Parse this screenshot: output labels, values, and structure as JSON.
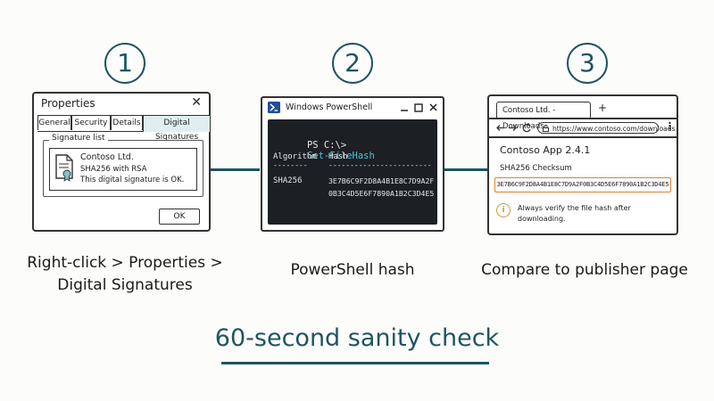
{
  "steps": [
    {
      "number": "1",
      "caption_line1": "Right-click > Properties >",
      "caption_line2": "Digital Signatures"
    },
    {
      "number": "2",
      "caption_line1": "PowerShell hash"
    },
    {
      "number": "3",
      "caption_line1": "Compare to publisher page"
    }
  ],
  "properties": {
    "title": "Properties",
    "close": "✕",
    "tabs": [
      "General",
      "Security",
      "Details",
      "Digital Signatures"
    ],
    "active_tab": "Digital Signatures",
    "group_label": "Signature list",
    "signer": "Contoso Ltd.",
    "algorithm": "SHA256 with RSA",
    "status": "This digital signature is OK.",
    "ok": "OK"
  },
  "powershell": {
    "title": "Windows PowerShell",
    "prompt": "PS C:\\>",
    "command": "Get-FileHash",
    "col_algorithm": "Algorithm",
    "col_hash": "Hash",
    "sep_algorithm": "--------",
    "sep_hash": "------------------------",
    "row_algorithm": "SHA256",
    "row_hash_1": "3E7B6C9F2D8A4B1E8C7D9A2F",
    "row_hash_2": "0B3C4D5E6F7890A1B2C3D4E5",
    "accent": "#4fc3d9"
  },
  "browser": {
    "tab_title": "Contoso Ltd. - Downloads",
    "new_tab": "+",
    "url": "https://www.contoso.com/downloads",
    "product": "Contoso App 2.4.1",
    "checksum_label": "SHA256 Checksum",
    "checksum": "3E7B6C9F2D8A4B1E8C7D9A2F0B3C4D5E6F7890A1B2C3D4E5",
    "note_line1": "Always verify the file hash after",
    "note_line2": "downloading.",
    "highlight": "#d9852f"
  },
  "footer": {
    "title": "60-second sanity check"
  },
  "colors": {
    "accent": "#1e5560"
  }
}
